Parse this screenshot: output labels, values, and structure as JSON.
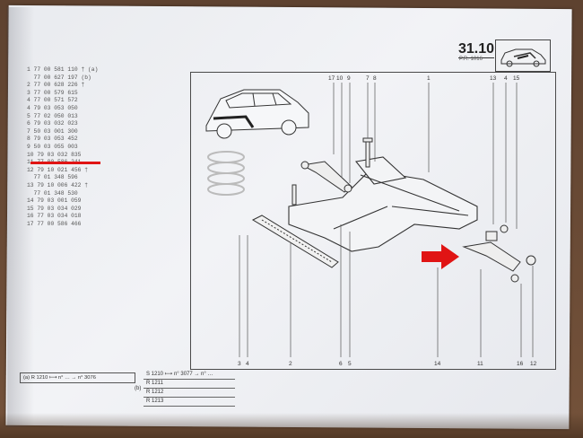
{
  "header": {
    "page_ref": "31.10",
    "sub_ref": "P.R. 1016"
  },
  "parts_list": [
    "1 77 00 581 110 † (a)",
    "  77 00 627 197 (b)",
    "2 77 00 628 226 †",
    "3 77 00 579 615",
    "4 77 00 571 572",
    "4 79 03 053 050",
    "5 77 02 050 013",
    "6 79 03 032 023",
    "7 50 03 001 300",
    "8 79 03 053 452",
    "9 50 03 055 003",
    "10 79 03 032 835",
    "11 77 00 586 241",
    "",
    "12 79 10 021 456 †",
    "  77 01 348 596",
    "13 79 10 006 422 †",
    "  77 01 348 530",
    "14 79 03 001 059",
    "15 79 03 034 029",
    "16 77 03 034 018",
    "17 77 00 586 466"
  ],
  "callouts_top": [
    "17",
    "10",
    "9",
    "7",
    "8",
    "1",
    "13",
    "4",
    "15"
  ],
  "callouts_bottom": [
    "3",
    "4",
    "2",
    "6",
    "5",
    "14",
    "11",
    "16",
    "12"
  ],
  "variant_note": "(a) R 1210 ⟼ n° … → n° 3076",
  "variant_label": "(b)",
  "variants": [
    "S 1210 ⟼ n° 3077 → n° …",
    "R 1211",
    "R 1212",
    "R 1213"
  ],
  "colors": {
    "highlight_red": "#e01414",
    "paper": "#eceef2",
    "ink": "#333333",
    "wood": "#6b4a33"
  }
}
